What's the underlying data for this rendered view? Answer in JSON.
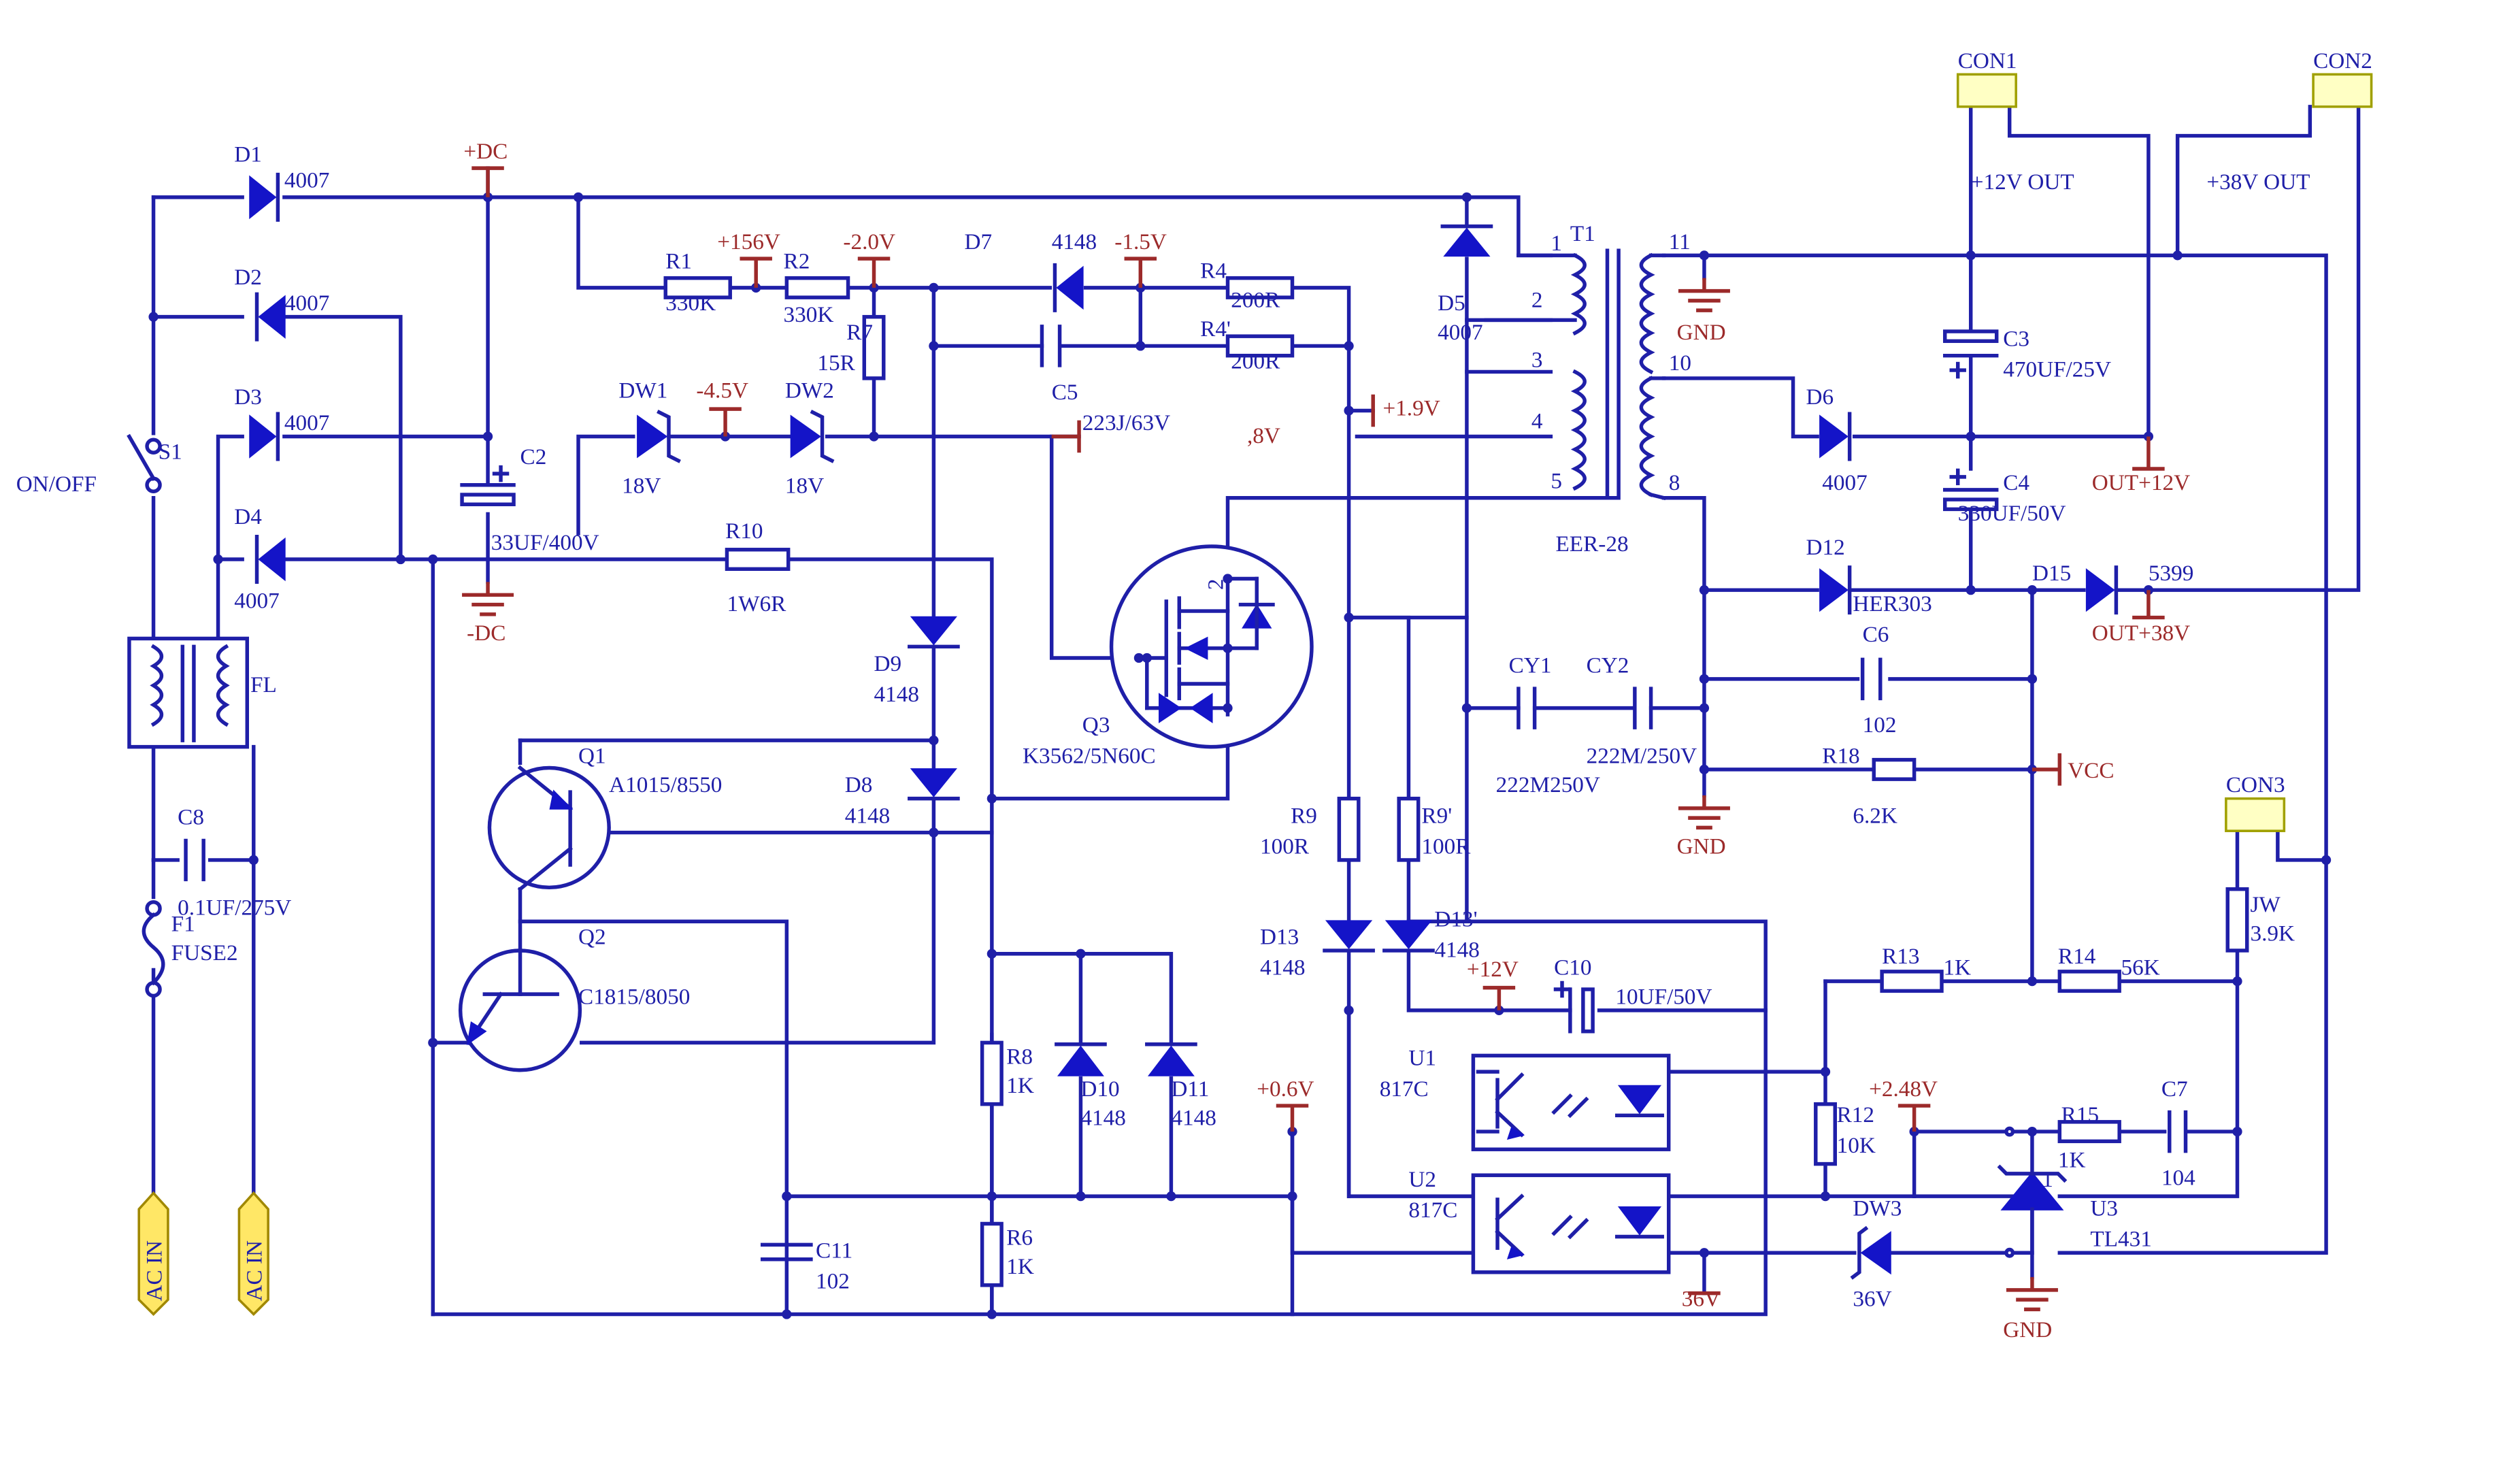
{
  "labels": {
    "plus_dc": "+DC",
    "minus_dc": "-DC",
    "d1": "D1",
    "d1_val": "4007",
    "d2": "D2",
    "d2_val": "4007",
    "d3": "D3",
    "d3_val": "4007",
    "d4": "D4",
    "d4_val": "4007",
    "s1": "S1",
    "onoff": "ON/OFF",
    "fl": "FL",
    "c8": "C8",
    "c8_val": "0.1UF/275V",
    "f1": "F1",
    "fuse2": "FUSE2",
    "acin1": "AC IN",
    "acin2": "AC IN",
    "c2": "C2",
    "c2_val": "33UF/400V",
    "r1": "R1",
    "r1_val": "330K",
    "r2": "R2",
    "r2_val": "330K",
    "v156": "+156V",
    "v20": "-2.0V",
    "r7": "R7",
    "r7_val": "15R",
    "d7": "D7",
    "d7_val": "4148",
    "v15": "-1.5V",
    "r4": "R4",
    "r4_val": "200R",
    "r4p": "R4'",
    "r4p_val": "200R",
    "c5": "C5",
    "c5_val": "223J/63V",
    "v8": ",8V",
    "v19": "+1.9V",
    "dw1": "DW1",
    "dw1_val": "18V",
    "v45": "-4.5V",
    "dw2": "DW2",
    "dw2_val": "18V",
    "r10": "R10",
    "r10_val": "1W6R",
    "d9": "D9",
    "d9_val": "4148",
    "d8": "D8",
    "d8_val": "4148",
    "q1": "Q1",
    "q1_val": "A1015/8550",
    "q2": "Q2",
    "q2_val": "C1815/8050",
    "q3": "Q3",
    "q3_val": "K3562/5N60C",
    "q3_pin2": "2",
    "c11": "C11",
    "c11_val": "102",
    "r8": "R8",
    "r8_val": "1K",
    "r6": "R6",
    "r6_val": "1K",
    "d10": "D10",
    "d10_val": "4148",
    "d11": "D11",
    "d11_val": "4148",
    "v06": "+0.6V",
    "d5": "D5",
    "d5_val": "4007",
    "t1": "T1",
    "eer28": "EER-28",
    "pin1": "1",
    "pin2": "2",
    "pin3": "3",
    "pin4": "4",
    "pin5": "5",
    "pin11": "11",
    "pin10": "10",
    "pin8": "8",
    "r9": "R9",
    "r9_val": "100R",
    "r9p": "R9'",
    "r9p_val": "100R",
    "d13": "D13",
    "d13_val": "4148",
    "d13p": "D13'",
    "d13p_val": "4148",
    "v12b": "+12V",
    "c10": "C10",
    "c10_val": "10UF/50V",
    "u1": "U1",
    "u1_val": "817C",
    "u2": "U2",
    "u2_val": "817C",
    "v36a": "36V",
    "cy1": "CY1",
    "cy2": "CY2",
    "cy2_val": "222M/250V",
    "cy1_val": "222M250V",
    "gnd_a": "GND",
    "gnd_b": "GND",
    "gnd_c": "GND",
    "con1": "CON1",
    "con2": "CON2",
    "con3": "CON3",
    "out12": "+12V OUT",
    "out38": "+38V OUT",
    "c3": "C3",
    "c3_val": "470UF/25V",
    "d6": "D6",
    "d6_val": "4007",
    "out12b": "OUT+12V",
    "c4": "C4",
    "c4_val": "330UF/50V",
    "d12": "D12",
    "d12_val": "HER303",
    "d15": "D15",
    "d15_val": "5399",
    "out38b": "OUT+38V",
    "c6": "C6",
    "c6_val": "102",
    "r18": "R18",
    "r18_val": "6.2K",
    "vcc": "VCC",
    "jw": "JW",
    "jw_val": "3.9K",
    "r13": "R13",
    "r13_val": "1K",
    "r14": "R14",
    "r14_val": "56K",
    "r12": "R12",
    "r12_val": "10K",
    "v248": "+2.48V",
    "r15": "R15",
    "r15_val": "1K",
    "c7": "C7",
    "c7_val": "104",
    "u3": "U3",
    "u3_val": "TL431",
    "u3_pin1": "1",
    "dw3": "DW3",
    "dw3_val": "36V"
  },
  "colors": {
    "wire": "#1f1fa8",
    "component_fill": "#1414c8",
    "power_label": "#9c2a2a",
    "connector": "#ffffc4",
    "ac_in_tag": "#ffe766"
  }
}
